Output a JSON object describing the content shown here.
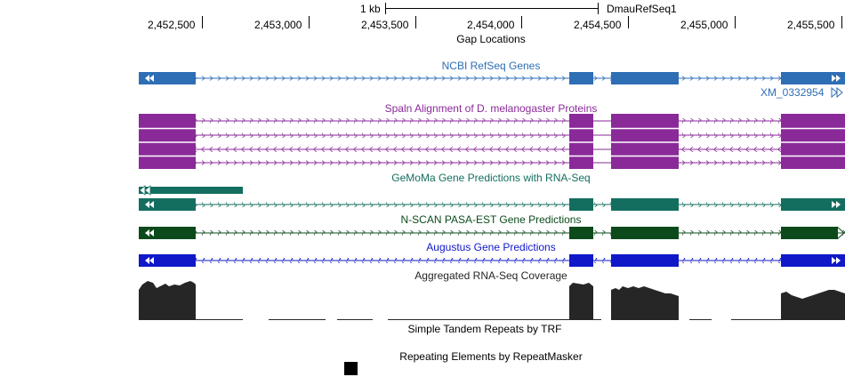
{
  "ruler": {
    "scale_label": "1 kb",
    "assembly_label": "DmauRefSeq1",
    "positions": [
      "2,452,500",
      "2,453,000",
      "2,453,500",
      "2,454,000",
      "2,454,500",
      "2,455,000",
      "2,455,500"
    ]
  },
  "tracks": {
    "gap": {
      "title": "Gap Locations"
    },
    "refseq": {
      "title": "NCBI RefSeq Genes",
      "item_label": "XM_0332954",
      "color": "#2e6eb5"
    },
    "spaln": {
      "title": "Spaln Alignment of D. melanogaster Proteins",
      "color": "#8a2a99"
    },
    "gemoma": {
      "title": "GeMoMa Gene Predictions with RNA-Seq",
      "color": "#146e60"
    },
    "nscan": {
      "title": "N-SCAN PASA-EST Gene Predictions",
      "color": "#0c4a1c"
    },
    "augustus": {
      "title": "Augustus Gene Predictions",
      "color": "#1018c8"
    },
    "rnaseq": {
      "title": "Aggregated RNA-Seq Coverage",
      "color": "#262626"
    },
    "trf": {
      "title": "Simple Tandem Repeats by TRF"
    },
    "rmsk": {
      "title": "Repeating Elements by RepeatMasker"
    }
  }
}
